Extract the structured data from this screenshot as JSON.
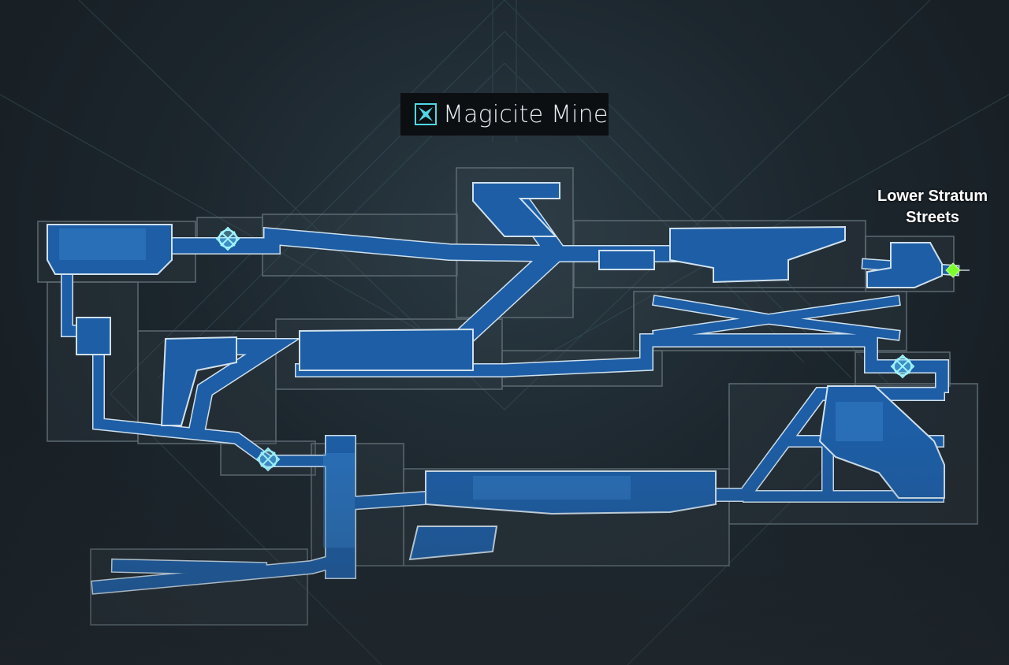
{
  "map": {
    "title": "Magicite Mine",
    "title_icon": "area-emblem-icon",
    "exit_label": "Lower Stratum Streets",
    "exit_marker_color": "#7cff2a",
    "save_point_count": 3,
    "colors": {
      "corridor": "#1d5ea6",
      "outline": "#cfe0ee",
      "room_frame": "#5d6a72",
      "accent": "#4fd8e6"
    }
  }
}
